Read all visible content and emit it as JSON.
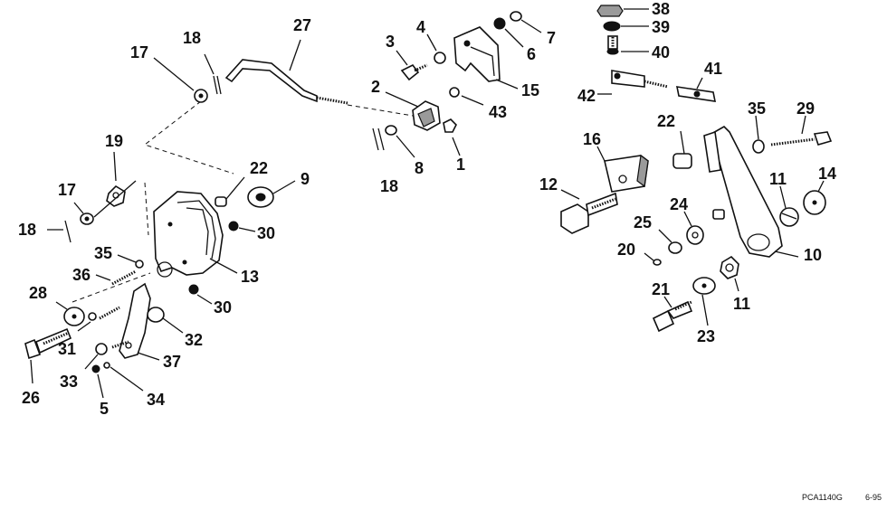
{
  "diagram": {
    "callouts": [
      "38",
      "39",
      "40",
      "41",
      "42",
      "35",
      "29",
      "22",
      "16",
      "12",
      "11",
      "14",
      "24",
      "25",
      "20",
      "10",
      "21",
      "23",
      "11",
      "27",
      "17",
      "18",
      "4",
      "7",
      "3",
      "6",
      "15",
      "2",
      "43",
      "8",
      "1",
      "18",
      "19",
      "17",
      "22",
      "9",
      "18",
      "30",
      "35",
      "13",
      "36",
      "28",
      "30",
      "31",
      "32",
      "26",
      "33",
      "37",
      "5",
      "34"
    ],
    "footer": {
      "code": "PCA1140G",
      "date": "6-95"
    }
  }
}
